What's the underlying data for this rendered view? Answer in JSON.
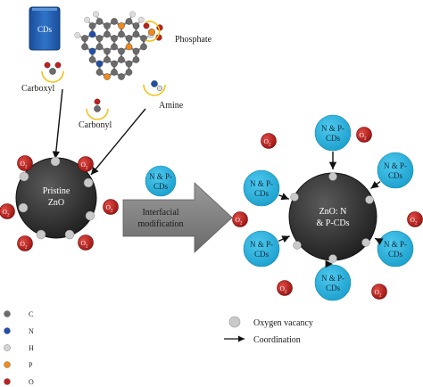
{
  "vial": {
    "label": "CDs"
  },
  "molecule": {
    "phosphate": "Phosphate",
    "carboxyl": "Carboxyl",
    "amine": "Amine",
    "carbonyl": "Carbonyl"
  },
  "pristine": {
    "line1": "Pristine",
    "line2": "ZnO"
  },
  "oxygen": {
    "label": "O",
    "subscript": "2"
  },
  "cd_dot": {
    "line1": "N & P-",
    "line2": "CDs"
  },
  "arrow": {
    "line1": "Interfacial",
    "line2": "modification"
  },
  "modified": {
    "line1": "ZnO: N",
    "line2": "& P-CDs"
  },
  "legend_atoms": [
    {
      "symbol": "C",
      "color": "#6b6b6b"
    },
    {
      "symbol": "N",
      "color": "#1f4fa8"
    },
    {
      "symbol": "H",
      "color": "#d6d6d6"
    },
    {
      "symbol": "P",
      "color": "#ef8a1c"
    },
    {
      "symbol": "O",
      "color": "#c0201e"
    }
  ],
  "legend_right": {
    "vacancy": "Oxygen vacancy",
    "coordination": "Coordination"
  },
  "colors": {
    "core": "#2a2a2a",
    "cd_blue": "#26b3df",
    "o2_red": "#c0201e",
    "vacancy": "#c9c9c9",
    "big_arrow": "#7a7a7a"
  }
}
